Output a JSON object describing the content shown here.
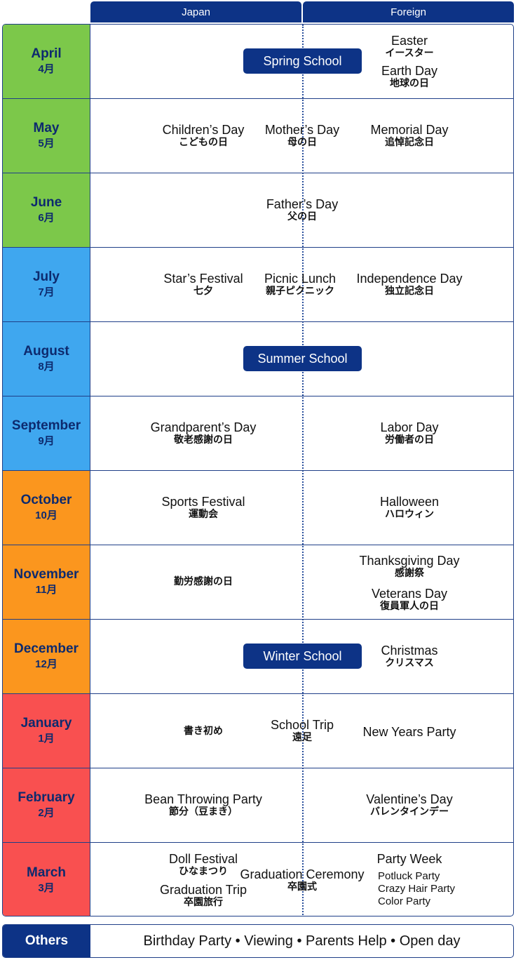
{
  "header": {
    "japan": "Japan",
    "foreign": "Foreign"
  },
  "colors": {
    "navy": "#0d3386",
    "green": "#7cc84a",
    "blue": "#3fa7ef",
    "orange": "#fb961e",
    "red": "#f95050"
  },
  "months": [
    {
      "en": "April",
      "jp": "4月"
    },
    {
      "en": "May",
      "jp": "5月"
    },
    {
      "en": "June",
      "jp": "6月"
    },
    {
      "en": "July",
      "jp": "7月"
    },
    {
      "en": "August",
      "jp": "8月"
    },
    {
      "en": "September",
      "jp": "9月"
    },
    {
      "en": "October",
      "jp": "10月"
    },
    {
      "en": "November",
      "jp": "11月"
    },
    {
      "en": "December",
      "jp": "12月"
    },
    {
      "en": "January",
      "jp": "1月"
    },
    {
      "en": "February",
      "jp": "2月"
    },
    {
      "en": "March",
      "jp": "3月"
    }
  ],
  "events": {
    "april": {
      "pill": "Spring School",
      "easter": "Easter",
      "easter_jp": "イースター",
      "earth": "Earth Day",
      "earth_jp": "地球の日"
    },
    "may": {
      "children": "Children’s Day",
      "children_jp": "こどもの日",
      "mother": "Mother’s Day",
      "mother_jp": "母の日",
      "memorial": "Memorial Day",
      "memorial_jp": "追悼記念日"
    },
    "june": {
      "father": "Father’s Day",
      "father_jp": "父の日"
    },
    "july": {
      "star": "Star’s Festival",
      "star_jp": "七夕",
      "picnic": "Picnic Lunch",
      "picnic_jp": "親子ピクニック",
      "indep": "Independence Day",
      "indep_jp": "独立記念日"
    },
    "august": {
      "pill": "Summer School"
    },
    "september": {
      "grand": "Grandparent’s Day",
      "grand_jp": "敬老感謝の日",
      "labor": "Labor Day",
      "labor_jp": "労働者の日"
    },
    "october": {
      "sports": "Sports Festival",
      "sports_jp": "運動会",
      "halloween": "Halloween",
      "halloween_jp": "ハロウィン"
    },
    "november": {
      "labor_thanks_jp": "勤労感謝の日",
      "thanks": "Thanksgiving Day",
      "thanks_jp": "感謝祭",
      "veterans": "Veterans Day",
      "veterans_jp": "復員軍人の日"
    },
    "december": {
      "pill": "Winter School",
      "xmas": "Christmas",
      "xmas_jp": "クリスマス"
    },
    "january": {
      "kakizome_jp": "書き初め",
      "trip": "School Trip",
      "trip_jp": "遠足",
      "newyear": "New Years Party"
    },
    "february": {
      "bean": "Bean Throwing Party",
      "bean_jp": "節分（豆まき）",
      "valentine": "Valentine’s Day",
      "valentine_jp": "バレンタインデー"
    },
    "march": {
      "doll": "Doll Festival",
      "doll_jp": "ひなまつり",
      "grad_trip": "Graduation Trip",
      "grad_trip_jp": "卒園旅行",
      "ceremony": "Graduation Ceremony",
      "ceremony_jp": "卒園式",
      "party_week": "Party Week",
      "sub1": "Potluck Party",
      "sub2": "Crazy Hair Party",
      "sub3": "Color Party"
    }
  },
  "others": {
    "label": "Others",
    "text": "Birthday Party • Viewing • Parents Help • Open day"
  }
}
